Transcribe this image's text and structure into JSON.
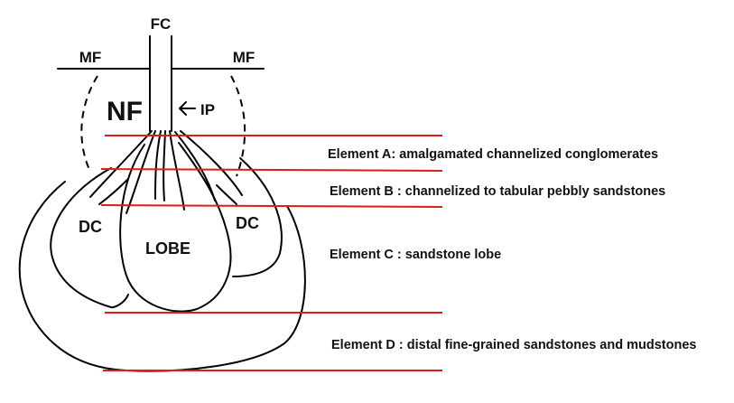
{
  "labels": {
    "fc": "FC",
    "mf_left": "MF",
    "mf_right": "MF",
    "nf": "NF",
    "ip": "IP",
    "dc_left": "DC",
    "dc_right": "DC",
    "lobe": "LOBE"
  },
  "elements": [
    {
      "id": "a",
      "text": "Element A: amalgamated channelized conglomerates"
    },
    {
      "id": "b",
      "text": "Element B : channelized to tabular pebbly sandstones"
    },
    {
      "id": "c",
      "text": "Element C : sandstone lobe"
    },
    {
      "id": "d",
      "text": "Element D : distal fine-grained sandstones and  mudstones"
    }
  ],
  "colors": {
    "boundary_line": "#dd1c1c",
    "outline": "#000000",
    "text": "#111111"
  }
}
